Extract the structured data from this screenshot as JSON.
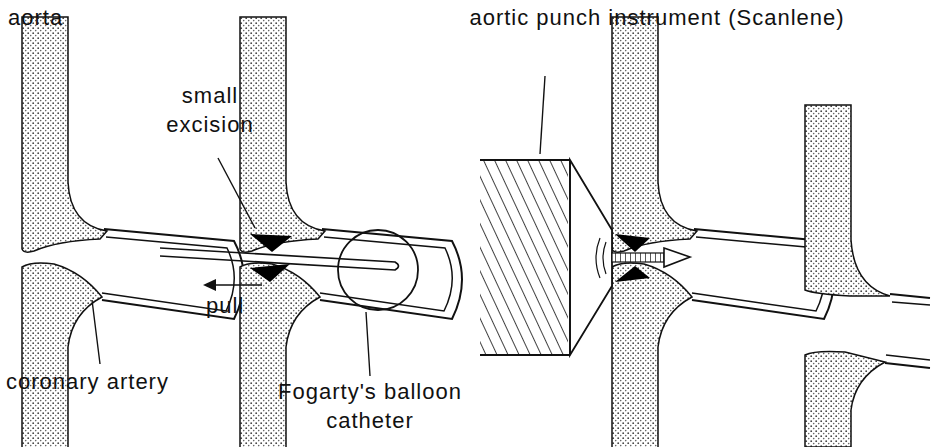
{
  "diagram": {
    "labels": [
      "aorta",
      "small excision",
      "pull",
      "aortic punch instrument (Scanlene)",
      "coronary artery",
      "Fogarty's balloon catheter"
    ]
  }
}
